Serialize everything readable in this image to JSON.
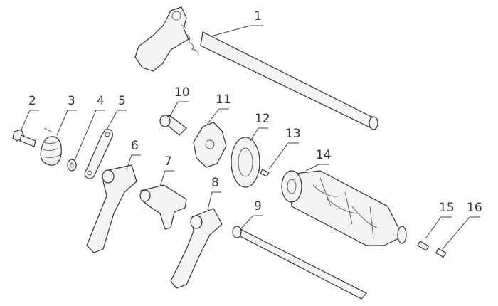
{
  "diagram": {
    "type": "exploded-parts-view",
    "callouts": [
      {
        "number": "1"
      },
      {
        "number": "2"
      },
      {
        "number": "3"
      },
      {
        "number": "4"
      },
      {
        "number": "5"
      },
      {
        "number": "6"
      },
      {
        "number": "7"
      },
      {
        "number": "8"
      },
      {
        "number": "9"
      },
      {
        "number": "10"
      },
      {
        "number": "11"
      },
      {
        "number": "12"
      },
      {
        "number": "13"
      },
      {
        "number": "14"
      },
      {
        "number": "15"
      },
      {
        "number": "16"
      }
    ]
  }
}
